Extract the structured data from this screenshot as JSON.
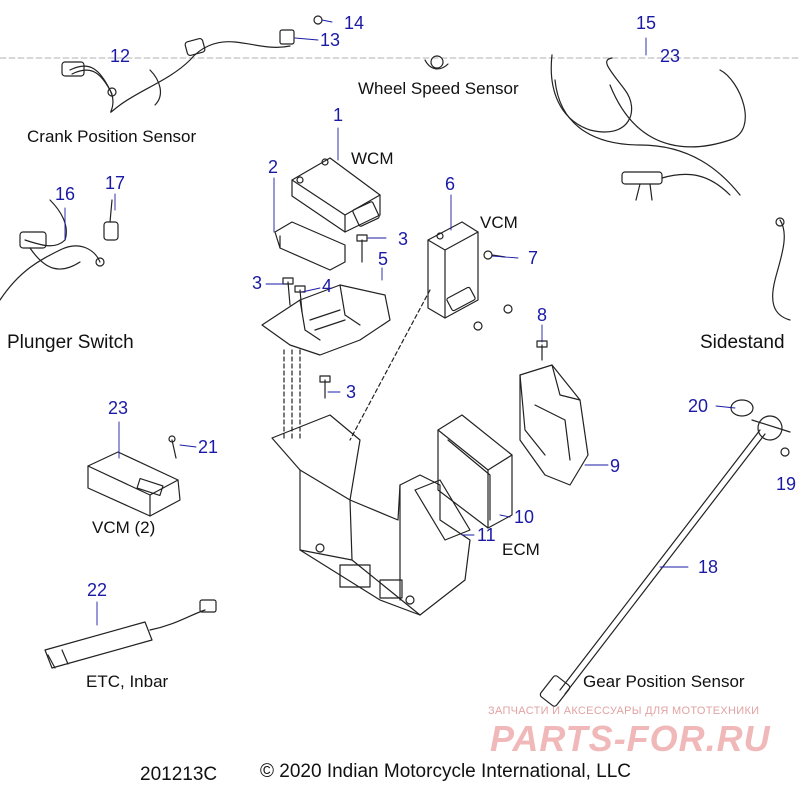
{
  "labels": {
    "crank": "Crank Position Sensor",
    "wheel": "Wheel Speed Sensor",
    "wcm": "WCM",
    "vcm": "VCM",
    "plunger": "Plunger Switch",
    "sidestand": "Sidestand",
    "vcm2": "VCM (2)",
    "ecm": "ECM",
    "etc": "ETC, Inbar",
    "gear": "Gear Position Sensor"
  },
  "callouts": {
    "n1": "1",
    "n2": "2",
    "n3a": "3",
    "n3b": "3",
    "n3c": "3",
    "n4": "4",
    "n5": "5",
    "n6": "6",
    "n7": "7",
    "n8": "8",
    "n9": "9",
    "n10": "10",
    "n11": "11",
    "n12": "12",
    "n13": "13",
    "n14": "14",
    "n15": "15",
    "n16": "16",
    "n17": "17",
    "n18": "18",
    "n19": "19",
    "n20": "20",
    "n21": "21",
    "n22": "22",
    "n23": "23",
    "n23b": "23"
  },
  "footer": {
    "code": "201213C",
    "copyright": "© 2020 Indian Motorcycle International, LLC"
  },
  "watermark": {
    "tagline": "ЗАПЧАСТИ И АКСЕССУАРЫ ДЛЯ МОТОТЕХНИКИ",
    "logo": "PARTS-FOR.RU"
  },
  "colors": {
    "callout": "#1a1aa6",
    "line": "#222222",
    "watermark": "#f0b8b8"
  }
}
